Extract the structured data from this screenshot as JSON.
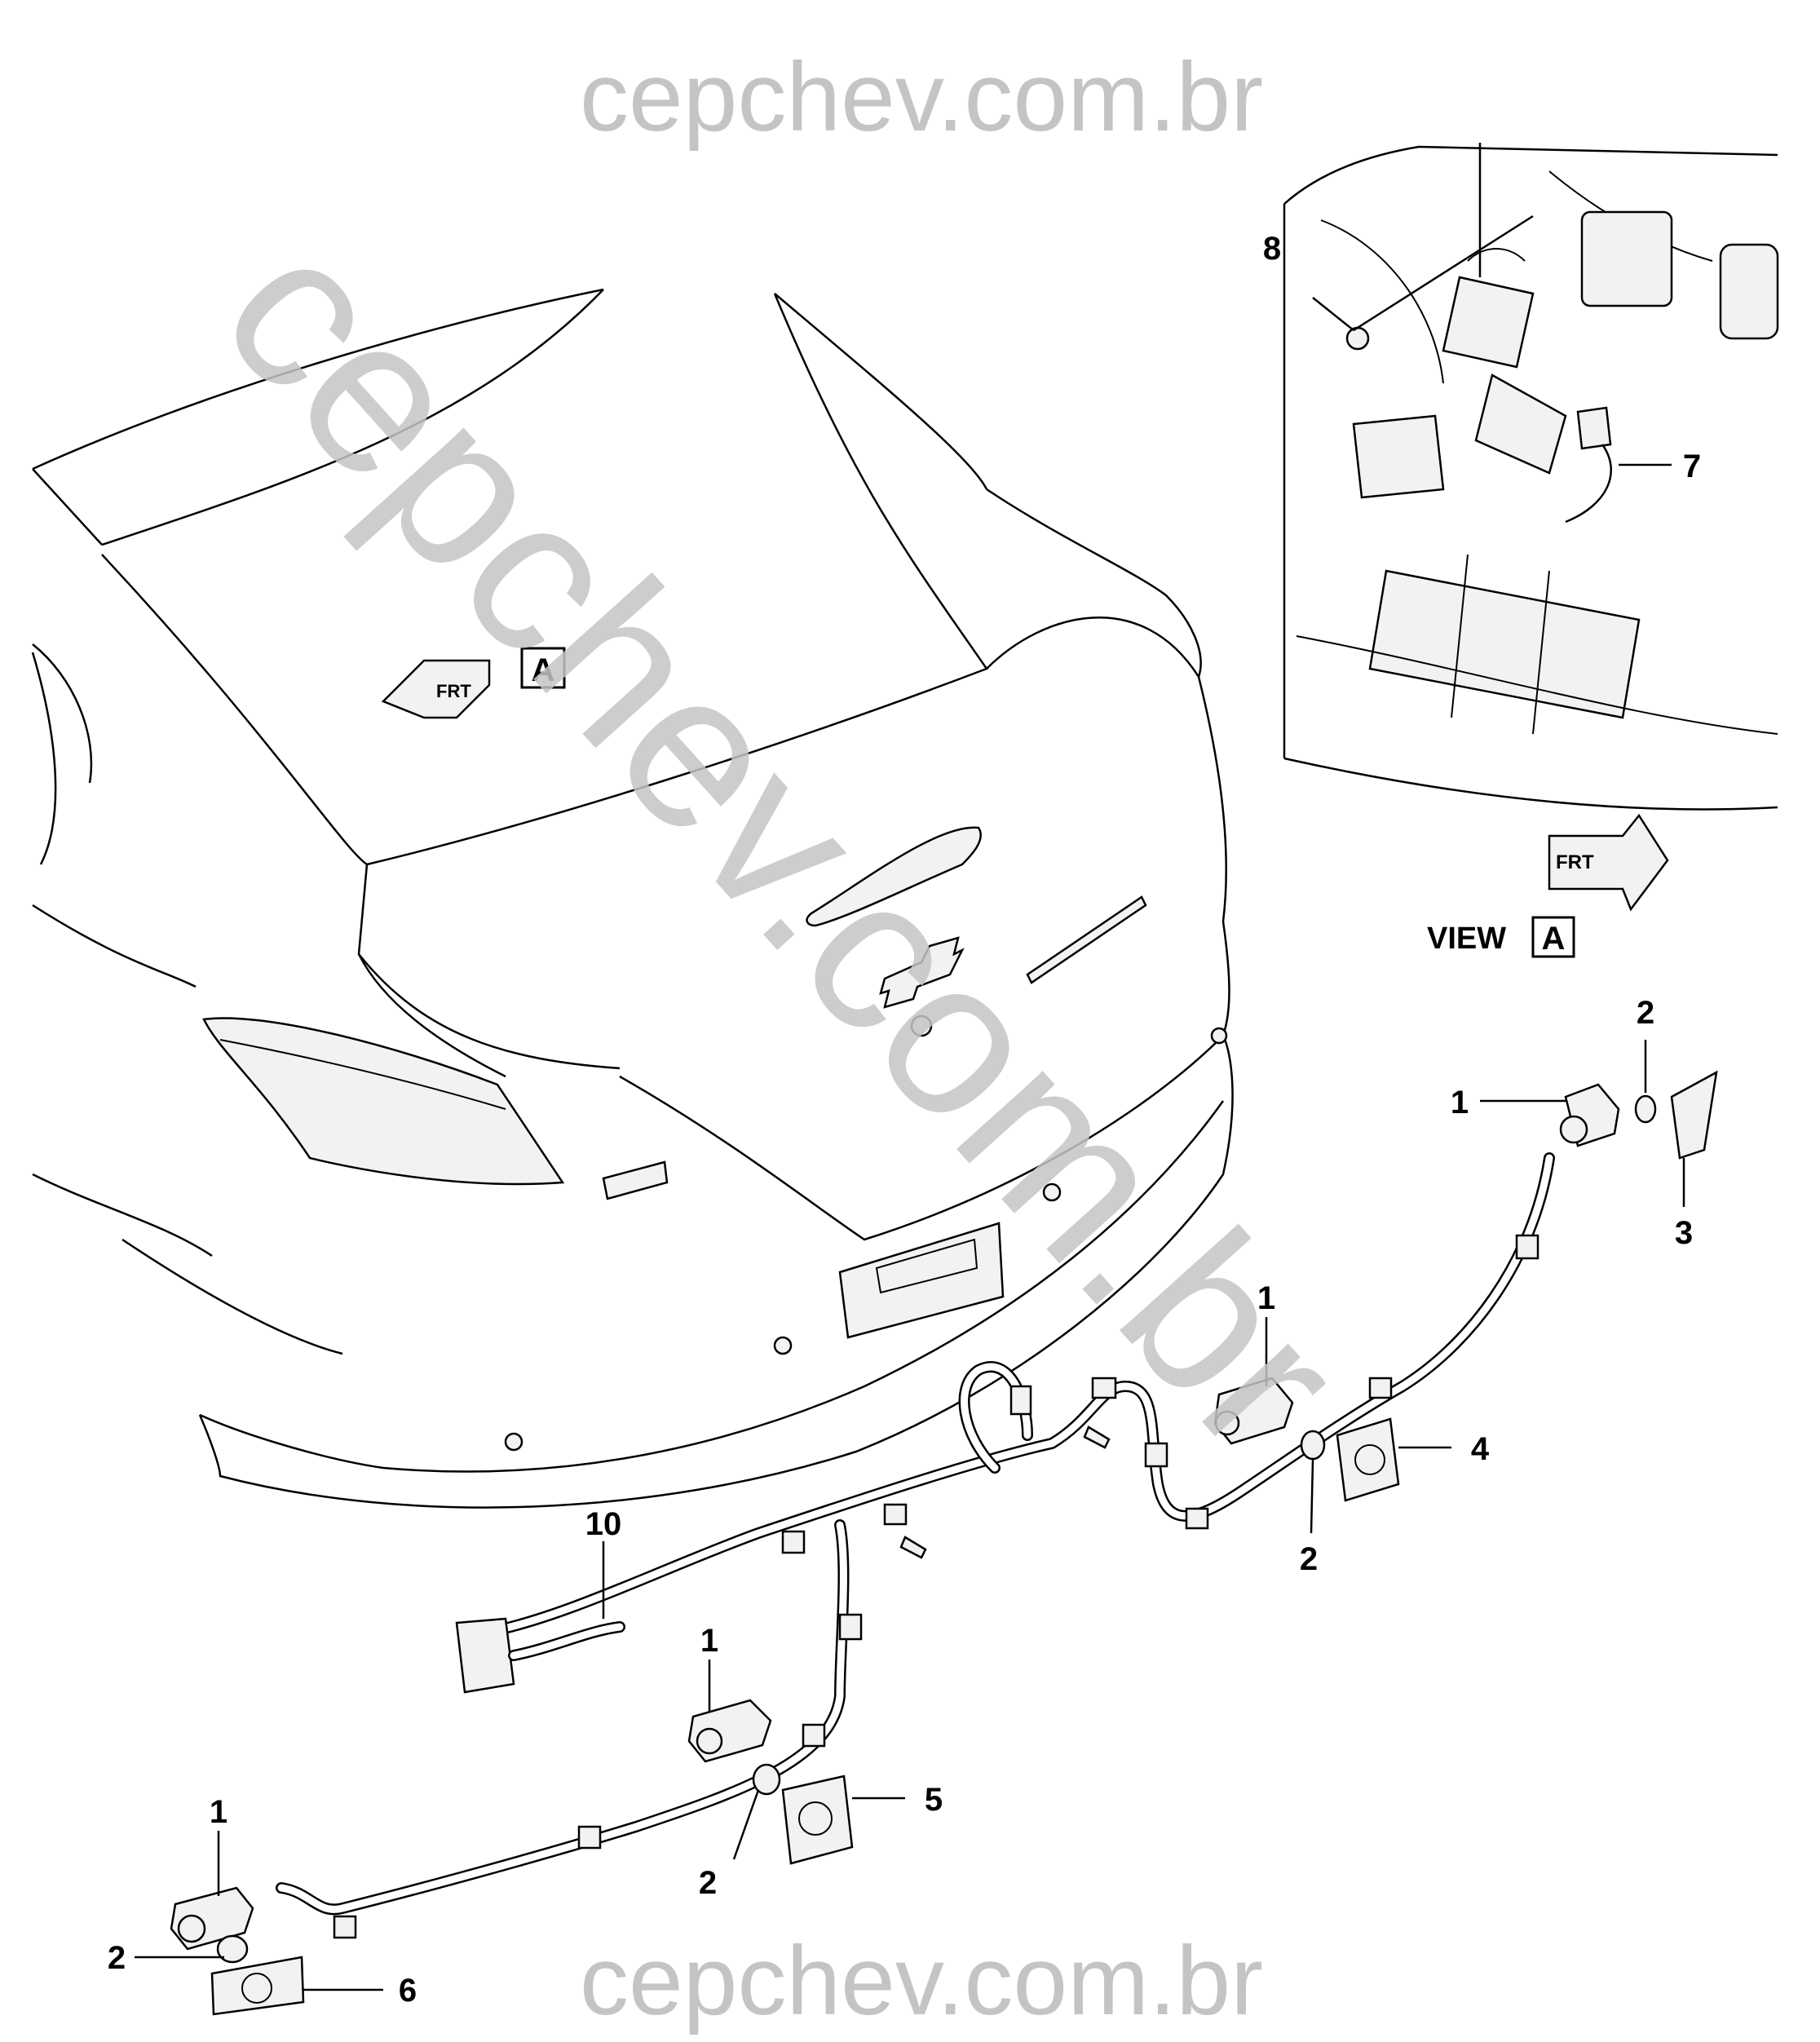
{
  "watermark": {
    "top": "cepchev.com.br",
    "bottom": "cepchev.com.br",
    "diagonal": "cepchev.com.br",
    "color": "#c4c4c4"
  },
  "view": {
    "front_arrow_label": "FRT",
    "view_word": "VIEW",
    "view_letter": "A",
    "car_view_tag": "A"
  },
  "callouts": {
    "c1_rear_right": "1",
    "c2_rear_right": "2",
    "c3": "3",
    "c1_mid_right": "1",
    "c4": "4",
    "c2_mid_right": "2",
    "c10": "10",
    "c1_mid_left": "1",
    "c5": "5",
    "c2_mid_left": "2",
    "c1_left": "1",
    "c2_left": "2",
    "c6": "6",
    "c8": "8",
    "c7": "7"
  }
}
